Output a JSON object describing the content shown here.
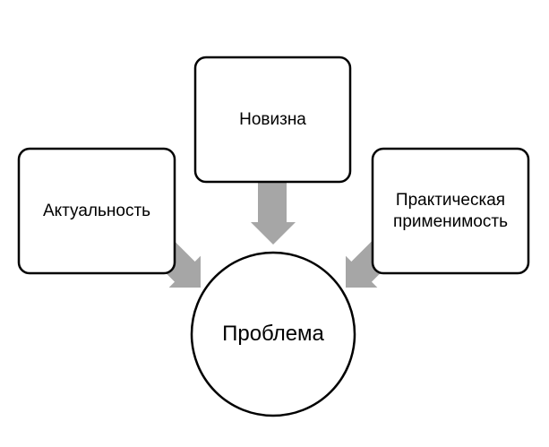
{
  "colors": {
    "arrow": "#a6a6a6",
    "stroke": "#000000",
    "fill": "#ffffff"
  },
  "nodes": {
    "left": "Актуальность",
    "top": "Новизна",
    "right_line1": "Практическая",
    "right_line2": "применимость",
    "center": "Проблема"
  }
}
